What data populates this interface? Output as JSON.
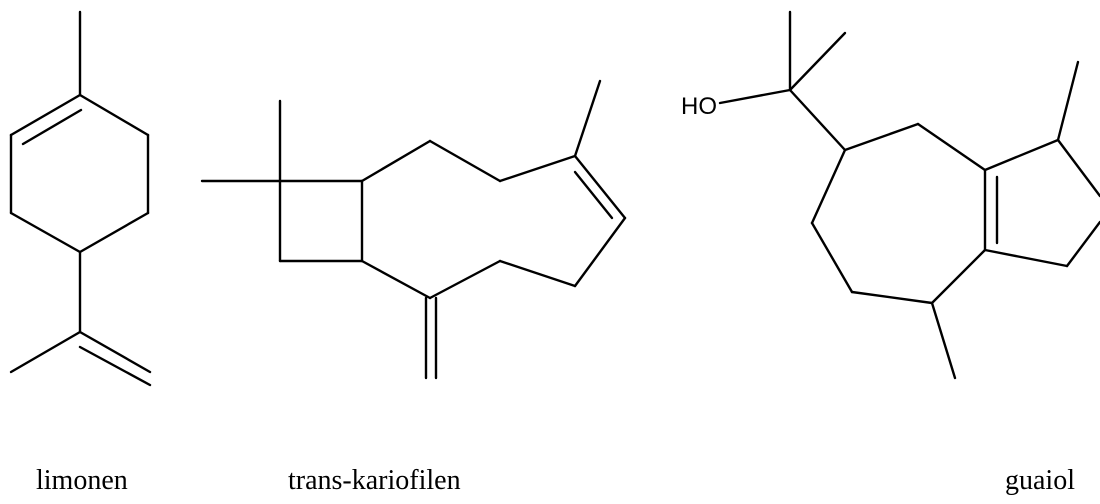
{
  "molecules": [
    {
      "name": "limonen"
    },
    {
      "name": "trans-kariofilen"
    },
    {
      "name": "guaiol",
      "atom_label": "HO"
    }
  ],
  "colors": {
    "ink": "#000000",
    "background": "#ffffff"
  }
}
